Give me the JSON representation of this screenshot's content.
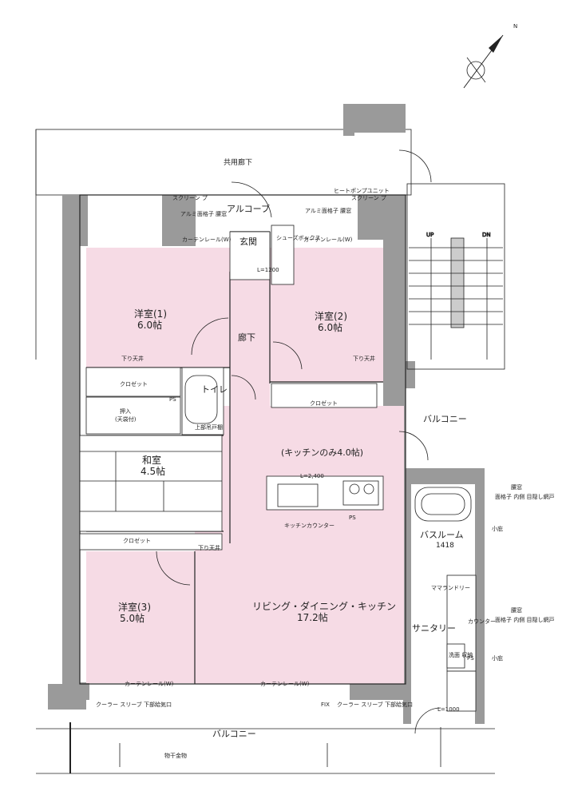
{
  "labels": {
    "common_corridor": "共用廊下",
    "alcove": "アルコーブ",
    "entrance": "玄関",
    "shoe_box": "シューズボックス",
    "entrance_dim": "L=1200",
    "heat_pump": "ヒートポンプユニット",
    "grid_window_left": "アルミ面格子\n腰窓",
    "grid_window_right": "アルミ面格子\n腰窓",
    "screen_left": "スクリーン\nプ",
    "screen_right": "スクリーン\nプ",
    "curtain_rail_w1": "カーテンレール(W)",
    "curtain_rail_w2": "カーテンレール(W)",
    "room1_name": "洋室(1)",
    "room1_size": "6.0帖",
    "room2_name": "洋室(2)",
    "room2_size": "6.0帖",
    "hallway": "廊下",
    "down_ceiling": "下り天井",
    "closet": "クロゼット",
    "toilet": "トイレ",
    "ps": "PS",
    "oshiire": "押入",
    "oshiire_sub": "(天袋付)",
    "upper_shelf": "上部吊戸棚",
    "washitsu_name": "和室",
    "washitsu_size": "4.5帖",
    "kitchen_only": "(キッチンのみ4.0帖)",
    "kitchen_dim": "L=2,400",
    "kitchen_counter": "キッチンカウンター",
    "room3_name": "洋室(3)",
    "room3_size": "5.0帖",
    "ldk_name": "リビング・ダイニング・キッチン",
    "ldk_size": "17.2帖",
    "curtain_rail_w3": "カーテンレール(W)",
    "curtain_rail_w4": "カーテンレール(W)",
    "balcony": "バルコニー",
    "balcony_side": "バルコニー",
    "bathroom": "バスルーム",
    "bath_size": "1418",
    "sanitary": "サニタリー",
    "sanitary_dim": "L=1000",
    "mama_laundry": "ママランドリー",
    "counter": "カウンター",
    "washbasin": "洗面\n収納",
    "fix": "FIX",
    "cooler_sleeve_left": "クーラー\nスリーブ\n下部給気口",
    "cooler_sleeve_right": "クーラー\nスリーブ\n下部給気口",
    "drying_hardware": "物干金物",
    "window_right1": "腰窓",
    "window_right1_sub": "面格子\n内側\n目隠し網戸",
    "window_right2": "腰窓",
    "window_right2_sub": "面格子\n内側\n目隠し網戸",
    "small_window": "小庇",
    "small_window2": "小庇",
    "stairs_up": "UP",
    "stairs_dn": "DN",
    "north": "N"
  },
  "colors": {
    "room_fill": "#f6dbe5",
    "wall": "#9a9a9a",
    "line": "#222222"
  }
}
